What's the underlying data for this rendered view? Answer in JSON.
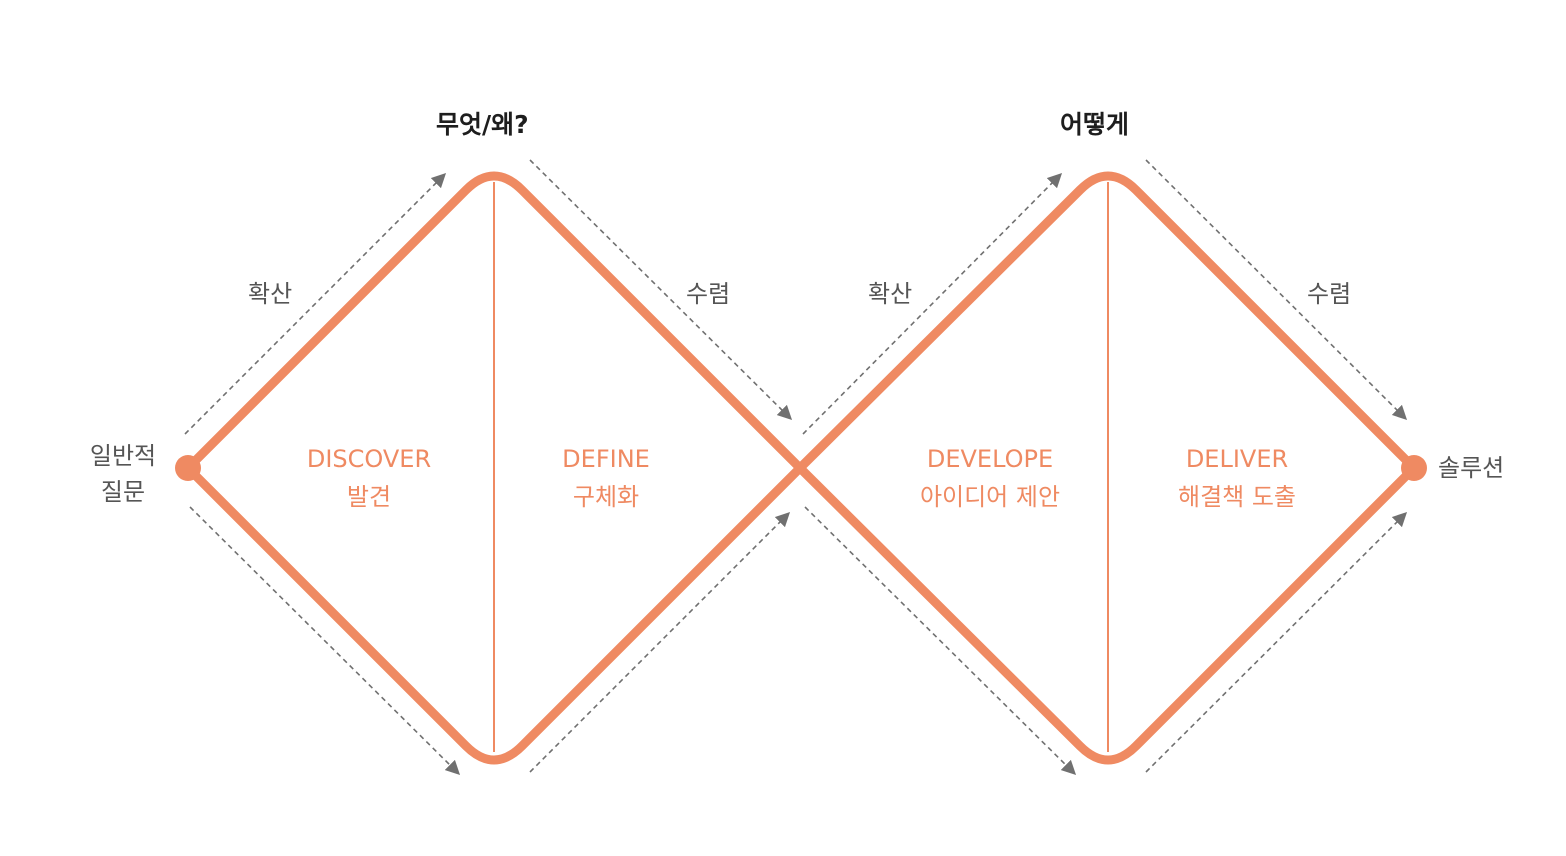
{
  "colors": {
    "accent": "#ef8a62",
    "guide": "#707070",
    "heading": "#1e1e1e",
    "label": "#555555"
  },
  "headers": {
    "what_why": "무엇/왜?",
    "how": "어떻게"
  },
  "arrows": {
    "diverge_1": "확산",
    "converge_1": "수렴",
    "diverge_2": "확산",
    "converge_2": "수렴"
  },
  "start": {
    "line1": "일반적",
    "line2": "질문"
  },
  "end": {
    "label": "솔루션"
  },
  "phases": [
    {
      "en": "DISCOVER",
      "ko": "발견"
    },
    {
      "en": "DEFINE",
      "ko": "구체화"
    },
    {
      "en": "DEVELOPE",
      "ko": "아이디어 제안"
    },
    {
      "en": "DELIVER",
      "ko": "해결책 도출"
    }
  ]
}
